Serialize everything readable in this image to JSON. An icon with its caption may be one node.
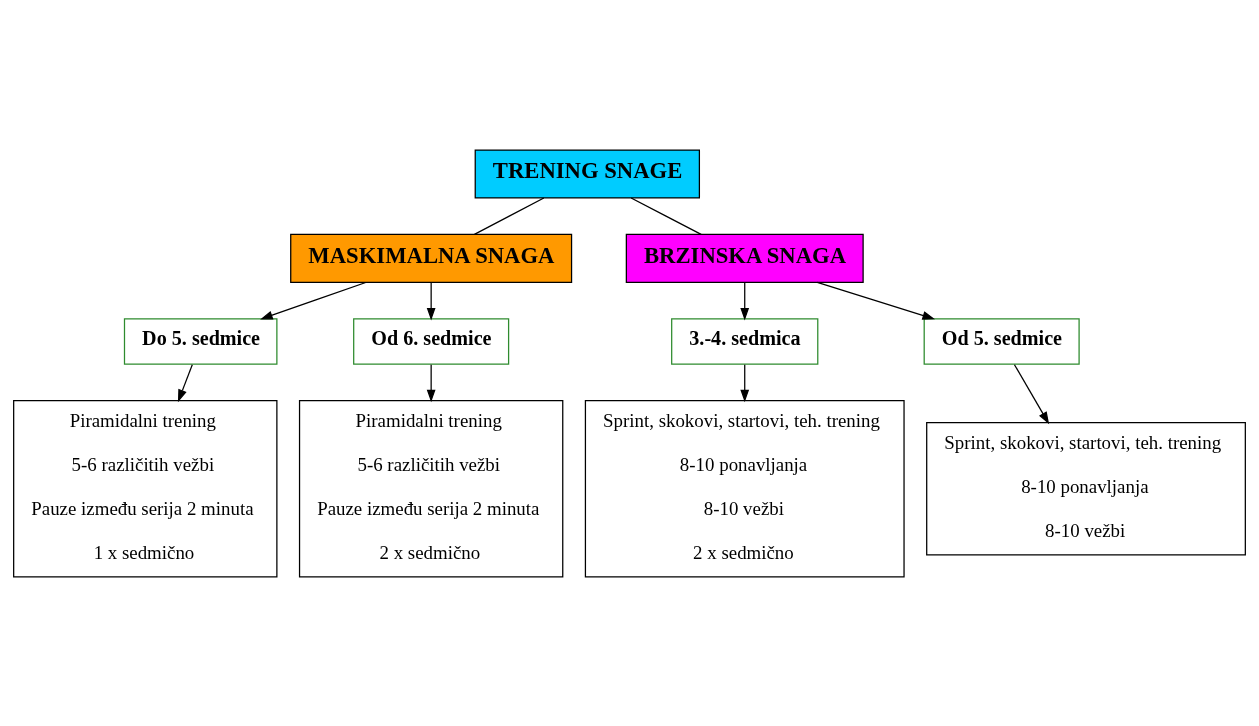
{
  "diagram": {
    "nodes": [
      {
        "text": [
          "TRENING SNAGE"
        ]
      },
      {
        "text": [
          "MASKIMALNA SNAGA"
        ]
      },
      {
        "text": [
          "BRZINSKA SNAGA"
        ]
      },
      {
        "text": [
          "Do 5. sedmice"
        ]
      },
      {
        "text": [
          "Od 6. sedmice"
        ]
      },
      {
        "text": [
          "3.-4. sedmica"
        ]
      },
      {
        "text": [
          "Od 5. sedmice"
        ]
      },
      {
        "text": [
          "Piramidalni trening",
          "5-6 različitih vežbi",
          "Pauze između serija 2 minuta",
          "1 x sedmično"
        ]
      },
      {
        "text": [
          "Piramidalni trening",
          "5-6 različitih vežbi",
          "Pauze između serija 2 minuta",
          "2 x sedmično"
        ]
      },
      {
        "text": [
          "Sprint, skokovi, startovi, teh. trening",
          "8-10 ponavljanja",
          "8-10 vežbi",
          "2 x sedmično"
        ]
      },
      {
        "text": [
          "Sprint, skokovi, startovi, teh. trening",
          "8-10 ponavljanja",
          "8-10 vežbi"
        ]
      }
    ],
    "edges": [
      {
        "from": 0,
        "to": 1,
        "arrow": "none"
      },
      {
        "from": 0,
        "to": 2,
        "arrow": "none"
      },
      {
        "from": 1,
        "to": 3,
        "arrow": "to"
      },
      {
        "from": 1,
        "to": 4,
        "arrow": "to"
      },
      {
        "from": 2,
        "to": 5,
        "arrow": "to"
      },
      {
        "from": 2,
        "to": 6,
        "arrow": "to"
      },
      {
        "from": 3,
        "to": 7,
        "arrow": "to"
      },
      {
        "from": 4,
        "to": 8,
        "arrow": "to"
      },
      {
        "from": 5,
        "to": 9,
        "arrow": "to"
      },
      {
        "from": 6,
        "to": 10,
        "arrow": "to"
      }
    ]
  }
}
